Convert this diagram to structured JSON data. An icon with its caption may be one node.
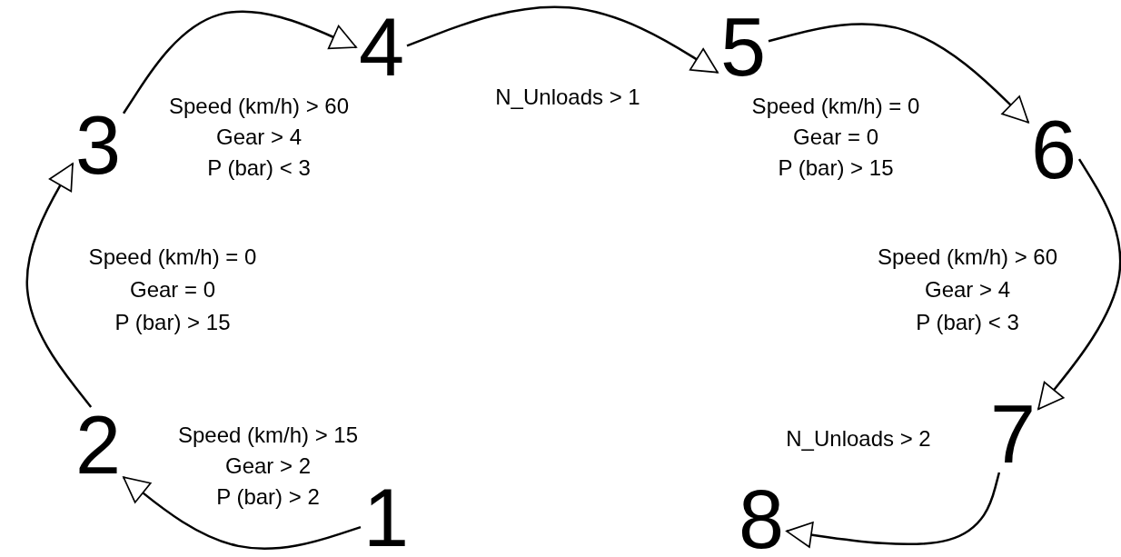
{
  "diagram": {
    "nodes": [
      {
        "text": [
          "1"
        ]
      },
      {
        "text": [
          "2"
        ]
      },
      {
        "text": [
          "3"
        ]
      },
      {
        "text": [
          "4"
        ]
      },
      {
        "text": [
          "5"
        ]
      },
      {
        "text": [
          "6"
        ]
      },
      {
        "text": [
          "7"
        ]
      },
      {
        "text": [
          "8"
        ]
      }
    ],
    "edges": [
      {
        "from": 0,
        "to": 1,
        "arrow": "to"
      },
      {
        "from": 1,
        "to": 2,
        "arrow": "to"
      },
      {
        "from": 2,
        "to": 3,
        "arrow": "to"
      },
      {
        "from": 3,
        "to": 4,
        "arrow": "to"
      },
      {
        "from": 4,
        "to": 5,
        "arrow": "to"
      },
      {
        "from": 5,
        "to": 6,
        "arrow": "to"
      },
      {
        "from": 6,
        "to": 7,
        "arrow": "to"
      }
    ],
    "labels": [
      "Speed (km/h) > 60",
      "Gear > 4",
      "P (bar) < 3",
      "N_Unloads > 1",
      "Speed (km/h) = 0",
      "Gear = 0",
      "P (bar) > 15",
      "Speed (km/h) = 0",
      "Gear = 0",
      "P (bar) > 15",
      "Speed (km/h) > 60",
      "Gear > 4",
      "P (bar) < 3",
      "Speed (km/h) > 15",
      "Gear > 2",
      "P (bar) > 2",
      "N_Unloads > 2"
    ]
  }
}
